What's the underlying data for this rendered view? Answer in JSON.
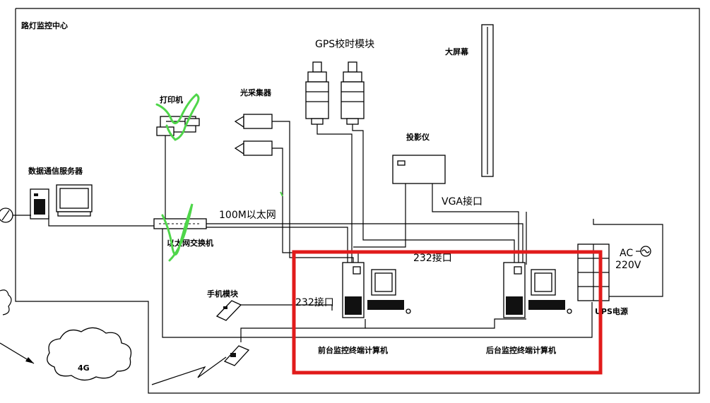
{
  "title": "路灯监控中心",
  "labels": {
    "gps_module": "GPS校时模块",
    "big_screen": "大屏幕",
    "printer": "打印机",
    "light_collector": "光采集器",
    "projector": "投影仪",
    "vga_port": "VGA接口",
    "data_server": "数据通信服务器",
    "ethernet_100m": "100M以太网",
    "ethernet_switch": "以太网交换机",
    "port_232_top": "232接口",
    "port_232_left": "232接口",
    "ac_voltage": "AC\n220V",
    "ac": "AC",
    "voltage": "220V",
    "ups": "UPS电源",
    "phone_module": "手机模块",
    "front_terminal": "前台监控终端计算机",
    "back_terminal": "后台监控终端计算机",
    "cloud_4g": "4G"
  },
  "annotations": {
    "highlight_color": "#e11b1b",
    "marker_color": "#4fd64a"
  }
}
